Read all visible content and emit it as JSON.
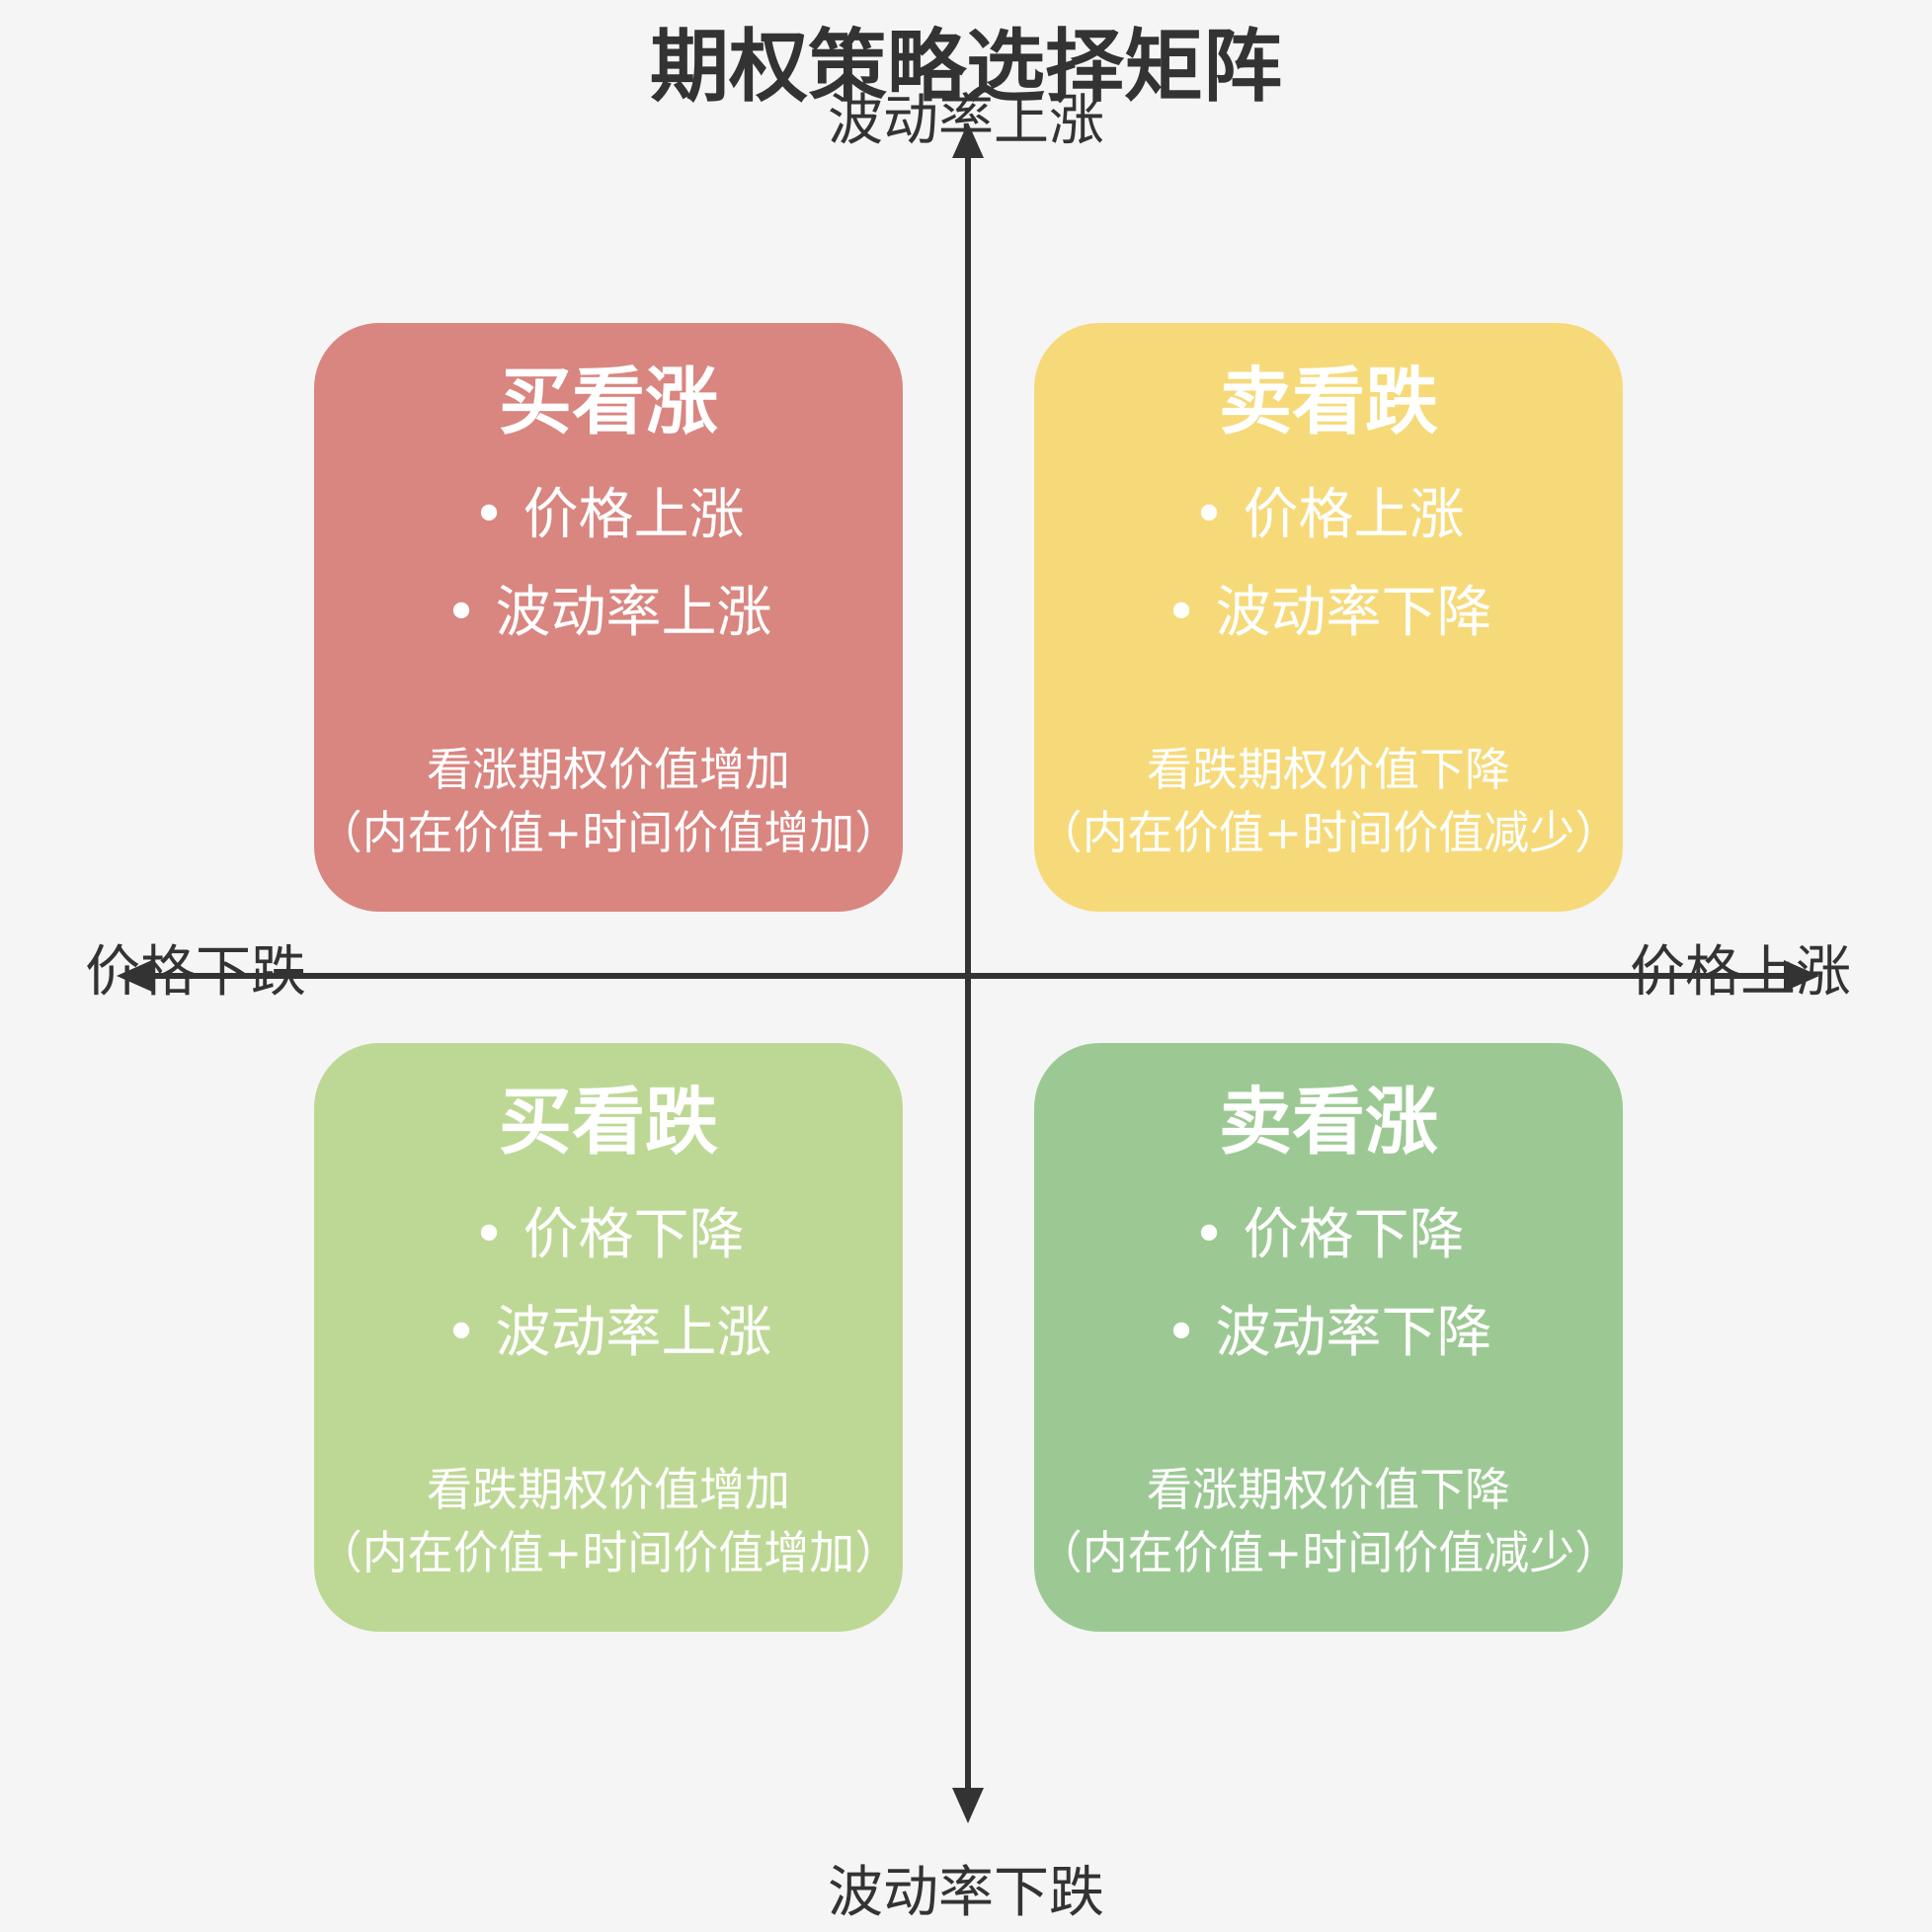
{
  "title": "期权策略选择矩阵",
  "axes": {
    "top": "波动率上涨",
    "bottom": "波动率下跌",
    "left": "价格下跌",
    "right": "价格上涨",
    "color": "#333333"
  },
  "bullet": "•",
  "quadrants": [
    {
      "title": "买看涨",
      "conditions": [
        "价格上涨",
        "波动率上涨"
      ],
      "result_line1": "看涨期权价值增加",
      "result_line2": "（内在价值+时间价值增加）",
      "color": "#d98580"
    },
    {
      "title": "卖看跌",
      "conditions": [
        "价格上涨",
        "波动率下降"
      ],
      "result_line1": "看跌期权价值下降",
      "result_line2": "（内在价值+时间价值减少）",
      "color": "#f6da79"
    },
    {
      "title": "买看跌",
      "conditions": [
        "价格下降",
        "波动率上涨"
      ],
      "result_line1": "看跌期权价值增加",
      "result_line2": "（内在价值+时间价值增加）",
      "color": "#bdd895"
    },
    {
      "title": "卖看涨",
      "conditions": [
        "价格下降",
        "波动率下降"
      ],
      "result_line1": "看涨期权价值下降",
      "result_line2": "（内在价值+时间价值减少）",
      "color": "#9cc993"
    }
  ]
}
